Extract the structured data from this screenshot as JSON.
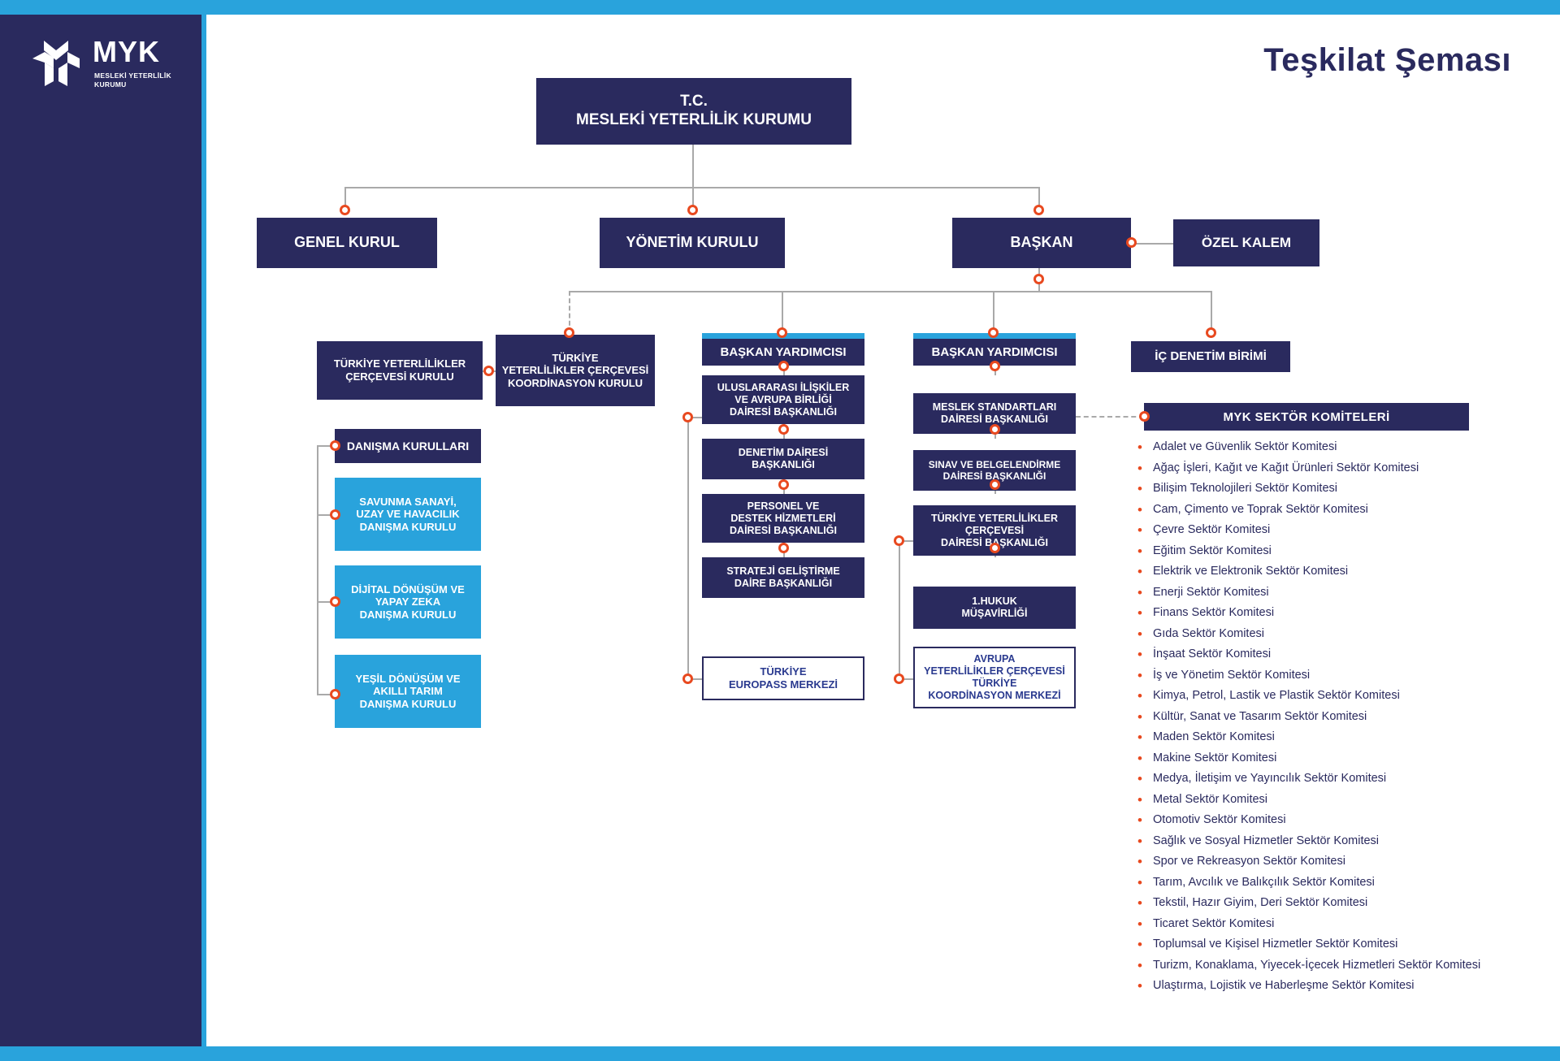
{
  "header": {
    "title": "Teşkilat Şeması",
    "logo_text": "MYK",
    "logo_sub_line1": "MESLEKİ YETERLİLİK",
    "logo_sub_line2": "KURUMU"
  },
  "colors": {
    "navy": "#2a2a5e",
    "cyan": "#29a3dc",
    "orange": "#e8491f",
    "connector_gray": "#a9a9a9",
    "white": "#ffffff"
  },
  "nodes": {
    "root": "T.C.\nMESLEKİ YETERLİLİK KURUMU",
    "root_line1": "T.C.",
    "root_line2": "MESLEKİ YETERLİLİK KURUMU",
    "genel_kurul": "GENEL KURUL",
    "yonetim_kurulu": "YÖNETİM KURULU",
    "baskan": "BAŞKAN",
    "ozel_kalem": "ÖZEL KALEM",
    "tyc_kurulu": "TÜRKİYE YETERLİLİKLER\nÇERÇEVESİ KURULU",
    "tyc_koordinasyon_kurulu": "TÜRKİYE\nYETERLİLİKLER ÇERÇEVESİ\nKOORDİNASYON KURULU",
    "baskan_yardimcisi_1": "BAŞKAN YARDIMCISI",
    "baskan_yardimcisi_2": "BAŞKAN YARDIMCISI",
    "ic_denetim_birimi": "İÇ DENETİM BİRİMİ",
    "danisma_kurullari": "DANIŞMA KURULLARI"
  },
  "danisma_kurullari": [
    "SAVUNMA SANAYİ,\nUZAY VE HAVACILIK\nDANIŞMA KURULU",
    "DİJİTAL DÖNÜŞÜM VE\nYAPAY ZEKA\nDANIŞMA KURULU",
    "YEŞİL DÖNÜŞÜM VE\nAKILLI TARIM\nDANIŞMA KURULU"
  ],
  "column_left": [
    {
      "label": "ULUSLARARASI İLİŞKİLER\nVE AVRUPA BİRLİĞİ\nDAİRESİ BAŞKANLIĞI",
      "style": "navy"
    },
    {
      "label": "DENETİM DAİRESİ\nBAŞKANLIĞI",
      "style": "navy"
    },
    {
      "label": "PERSONEL VE\nDESTEK HİZMETLERİ\nDAİRESİ BAŞKANLIĞI",
      "style": "navy"
    },
    {
      "label": "STRATEJİ GELİŞTİRME\nDAİRE BAŞKANLIĞI",
      "style": "navy"
    },
    {
      "label": "TÜRKİYE\nEUROPASS MERKEZİ",
      "style": "white"
    }
  ],
  "column_right": [
    {
      "label": "MESLEK STANDARTLARI\nDAİRESİ BAŞKANLIĞI",
      "style": "navy"
    },
    {
      "label": "SINAV VE BELGELENDİRME\nDAİRESİ BAŞKANLIĞI",
      "style": "navy"
    },
    {
      "label": "TÜRKİYE YETERLİLİKLER\nÇERÇEVESİ\nDAİRESİ BAŞKANLIĞI",
      "style": "navy"
    },
    {
      "label": "1.HUKUK\nMÜŞAVİRLİĞİ",
      "style": "navy"
    },
    {
      "label": "AVRUPA\nYETERLİLİKLER ÇERÇEVESİ\nTÜRKİYE\nKOORDİNASYON MERKEZİ",
      "style": "white"
    }
  ],
  "sector": {
    "title": "MYK SEKTÖR KOMİTELERİ",
    "bullet": "•",
    "items": [
      "Adalet ve Güvenlik Sektör Komitesi",
      "Ağaç İşleri, Kağıt ve Kağıt Ürünleri Sektör Komitesi",
      "Bilişim Teknolojileri Sektör Komitesi",
      "Cam, Çimento ve Toprak Sektör Komitesi",
      "Çevre Sektör Komitesi",
      "Eğitim Sektör Komitesi",
      "Elektrik ve Elektronik Sektör Komitesi",
      "Enerji Sektör Komitesi",
      "Finans Sektör Komitesi",
      "Gıda Sektör Komitesi",
      "İnşaat Sektör Komitesi",
      "İş ve Yönetim Sektör Komitesi",
      "Kimya, Petrol, Lastik ve Plastik Sektör Komitesi",
      "Kültür, Sanat ve Tasarım Sektör Komitesi",
      "Maden Sektör Komitesi",
      "Makine Sektör Komitesi",
      "Medya, İletişim ve Yayıncılık Sektör Komitesi",
      "Metal Sektör Komitesi",
      "Otomotiv Sektör Komitesi",
      "Sağlık ve Sosyal Hizmetler Sektör Komitesi",
      "Spor ve Rekreasyon Sektör Komitesi",
      "Tarım, Avcılık ve Balıkçılık Sektör Komitesi",
      "Tekstil, Hazır Giyim, Deri Sektör Komitesi",
      "Ticaret Sektör Komitesi",
      "Toplumsal ve Kişisel Hizmetler Sektör Komitesi",
      "Turizm, Konaklama, Yiyecek-İçecek Hizmetleri Sektör Komitesi",
      "Ulaştırma, Lojistik ve Haberleşme Sektör Komitesi"
    ]
  }
}
